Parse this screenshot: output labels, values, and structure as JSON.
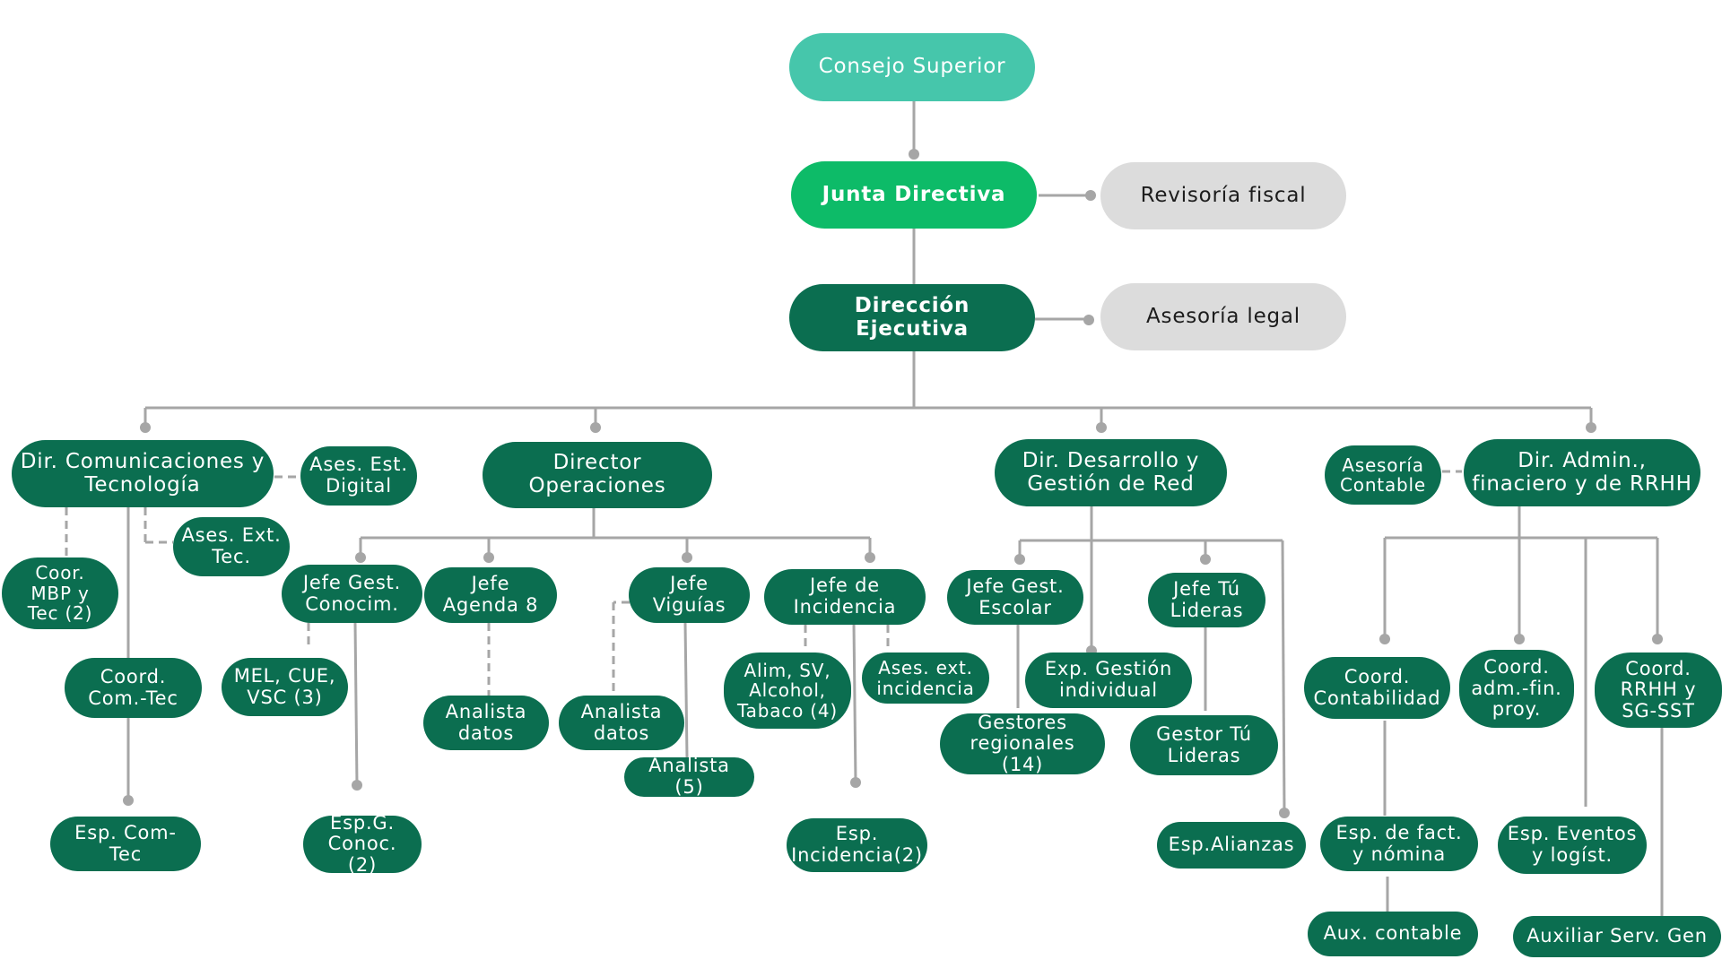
{
  "nodes": {
    "consejo_superior": "Consejo Superior",
    "junta_directiva": "Junta Directiva",
    "revisoria_fiscal": "Revisoría fiscal",
    "direccion_ejecutiva": "Dirección Ejecutiva",
    "asesoria_legal": "Asesoría legal",
    "dir_comunicaciones": "Dir. Comunicaciones y\nTecnología",
    "ases_est_digital": "Ases. Est.\nDigital",
    "ases_ext_tec": "Ases. Ext.\nTec.",
    "coor_mbp": "Coor.\nMBP y\nTec (2)",
    "coord_com_tec": "Coord.\nCom.-Tec",
    "esp_com_tec": "Esp. Com-\nTec",
    "director_operaciones": "Director\nOperaciones",
    "jefe_gest_conocim": "Jefe Gest.\nConocim.",
    "mel_cue_vsc": "MEL, CUE,\nVSC (3)",
    "esp_g_conoc": "Esp.G.\nConoc. (2)",
    "jefe_agenda_8": "Jefe\nAgenda 8",
    "analista_datos_1": "Analista\ndatos",
    "jefe_viguias": "Jefe\nViguías",
    "analista_datos_2": "Analista\ndatos",
    "analista_5": "Analista (5)",
    "jefe_incidencia": "Jefe de\nIncidencia",
    "alim_sv": "Alim, SV,\nAlcohol,\nTabaco (4)",
    "ases_ext_incidencia": "Ases. ext.\nincidencia",
    "esp_incidencia": "Esp.\nIncidencia(2)",
    "dir_desarrollo": "Dir. Desarrollo y\nGestión de Red",
    "jefe_gest_escolar": "Jefe Gest.\nEscolar",
    "gestores_regionales": "Gestores\nregionales (14)",
    "exp_gestion_individual": "Exp. Gestión\nindividual",
    "jefe_tu_lideras": "Jefe Tú\nLideras",
    "gestor_tu_lideras": "Gestor Tú\nLideras",
    "esp_alianzas": "Esp.Alianzas",
    "asesoria_contable": "Asesoría\nContable",
    "dir_admin": "Dir. Admin.,\nfinaciero y de RRHH",
    "coord_contabilidad": "Coord.\nContabilidad",
    "esp_fact_nomina": "Esp. de fact.\ny nómina",
    "aux_contable": "Aux. contable",
    "coord_adm_fin": "Coord.\nadm.-fin.\nproy.",
    "esp_eventos": "Esp. Eventos\ny logíst.",
    "coord_rrhh": "Coord.\nRRHH y\nSG-SST",
    "auxiliar_serv_gen": "Auxiliar Serv. Gen"
  },
  "colors": {
    "dark_green": "#0b6e50",
    "bright_green": "#0dbb68",
    "mint": "#46c6ab",
    "grey_box": "#dcdcdc",
    "connector": "#a6a6a6"
  }
}
